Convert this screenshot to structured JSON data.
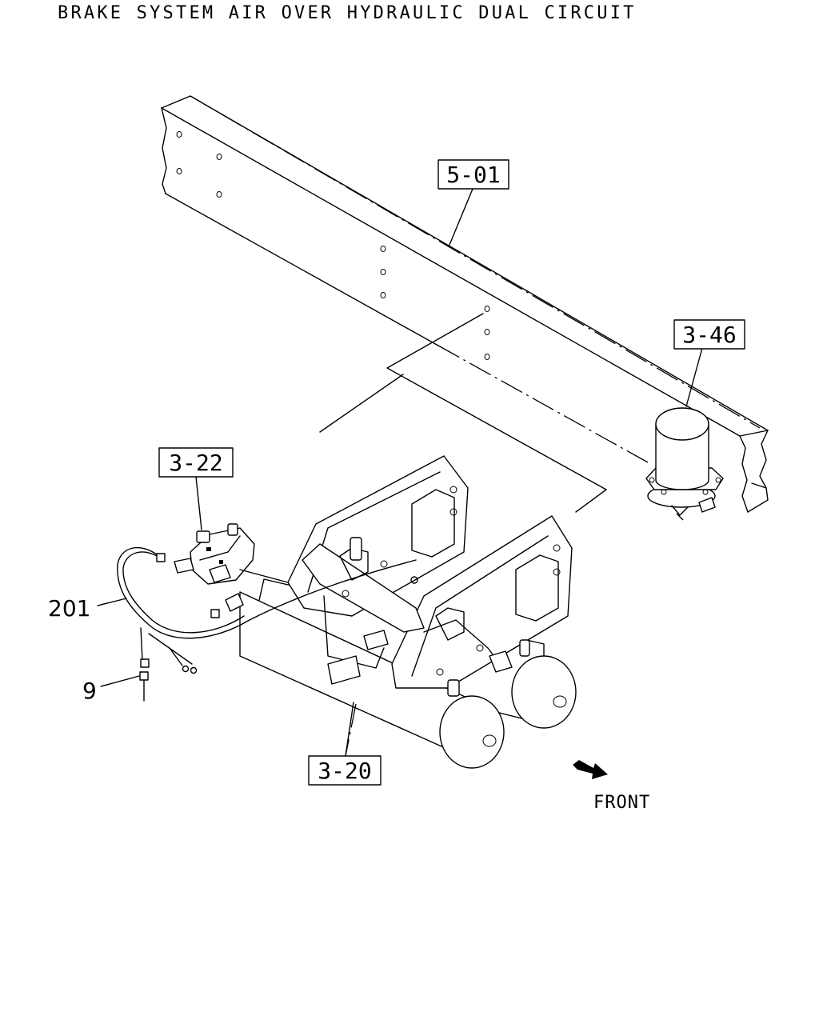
{
  "title": "BRAKE SYSTEM AIR OVER HYDRAULIC DUAL CIRCUIT",
  "callouts": {
    "frame": "5-01",
    "air_dryer": "3-46",
    "valve": "3-22",
    "booster": "3-20"
  },
  "labels": {
    "harness": "201",
    "clip": "9"
  },
  "front_label": "FRONT"
}
